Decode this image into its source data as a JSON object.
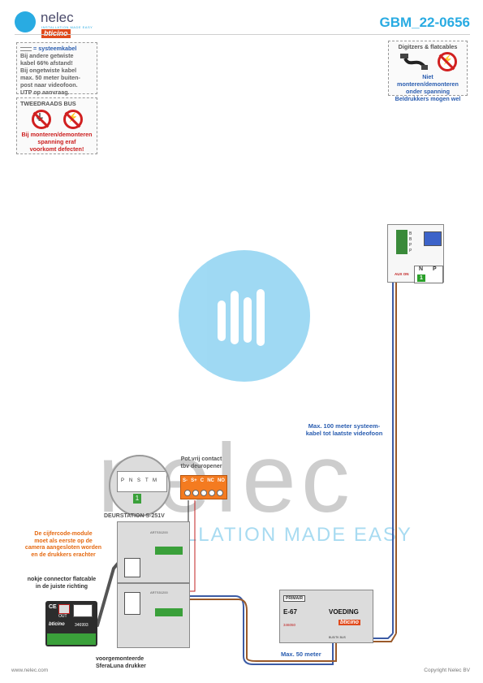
{
  "header": {
    "brand": "nelec",
    "brand_tagline": "INSTALLATION MADE EASY",
    "partner": "bticino",
    "doc_id": "GBM_22-0656"
  },
  "notes": {
    "cable": {
      "title": "systeemkabel",
      "lines": [
        "Bij andere getwiste",
        "kabel 66% afstand!",
        "Bij ongetwiste kabel",
        "max. 50 meter buiten-",
        "post naar videofoon.",
        "UTP op aanvraag."
      ]
    },
    "bus": {
      "title": "TWEEDRAADS BUS",
      "warning_lines": [
        "Bij monteren/demonteren",
        "spanning eraf",
        "voorkomt defecten!"
      ]
    },
    "flat": {
      "title": "Digitzers & flatcables",
      "warning_lines": [
        "Niet monteren/demonteren",
        "onder spanning"
      ],
      "extra": "Beldrukkers mogen wel"
    }
  },
  "watermark": {
    "word": "nelec",
    "tagline": "INSTALLATION MADE EASY"
  },
  "monitor": {
    "terminals": [
      "B",
      "B",
      "P",
      "P"
    ],
    "aux_label": "AUX ON",
    "power_labels": [
      "N",
      "P"
    ],
    "switch_value": "1"
  },
  "labels": {
    "max100": "Max. 100 meter systeem-\nkabel tot laatste videofoon",
    "max50": "Max. 50 meter",
    "relay": "Pot.vrij contact\ntbv deuropener",
    "doorstation": "DEURSTATION S-251V",
    "code_module": "De cijfercode-module\nmoet als eerste op de\ncamera aangesloten worden\nen de drukkers erachter",
    "notch": "nokje connector flatcable\nin de juiste richting",
    "premounted": "voorgemonteerde\nSferaLuna drukker"
  },
  "dip_switch": {
    "labels": [
      "P",
      "N",
      "S",
      "T",
      "M"
    ],
    "value": "1"
  },
  "relay_terminals": [
    "S-",
    "S+",
    "C",
    "NC",
    "NO"
  ],
  "module": {
    "partner": "bticino",
    "code": "346993",
    "out_label": "OUT",
    "ce_label": "CE"
  },
  "panel_codes": {
    "upper": "ARTS51200",
    "lower": "ARTS51200"
  },
  "psu": {
    "brand": "PRIMAIR",
    "model": "E-67",
    "label": "VOEDING",
    "partner": "bticino",
    "code": "346050",
    "terminal_text": "BUS/TK BUS"
  },
  "footer": {
    "site": "www.nelec.com",
    "copyright": "Copyright Nelec BV"
  },
  "colors": {
    "accent": "#29abe2",
    "warning": "#cc1f1f",
    "label_blue": "#2a5db0",
    "label_orange": "#e56a12",
    "relay_orange": "#f47b20",
    "wire_blue": "#3b5ba5",
    "wire_brown": "#9a5a2a"
  }
}
